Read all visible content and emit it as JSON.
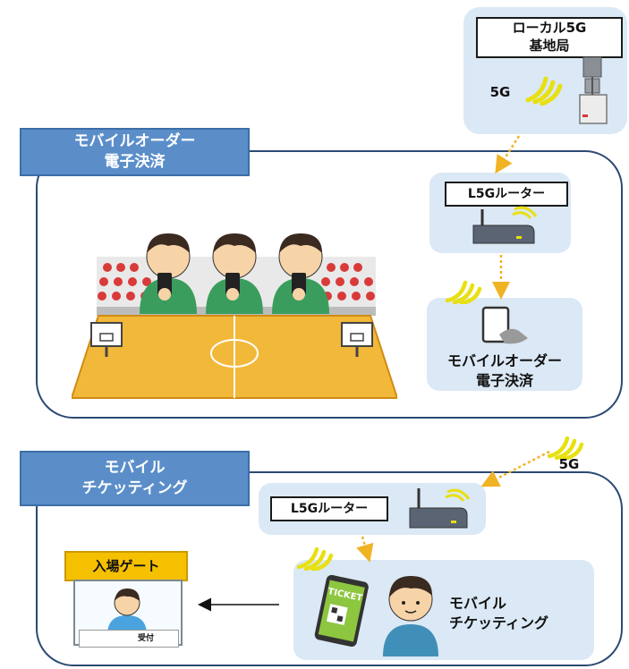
{
  "base_station": {
    "label_line1": "ローカル5G",
    "label_line2": "基地局",
    "signal_label": "5G"
  },
  "top_section": {
    "tab_line1": "モバイルオーダー",
    "tab_line2": "電子決済",
    "router_label": "L5Gルーター",
    "device_caption_line1": "モバイルオーダー",
    "device_caption_line2": "電子決済"
  },
  "bottom_section": {
    "tab_line1": "モバイル",
    "tab_line2": "チケッティング",
    "incoming_signal_label": "5G",
    "router_label": "L5Gルーター",
    "gate_label": "入場ゲート",
    "reception_label": "受付",
    "ticket_text": "TICKET",
    "user_caption_line1": "モバイル",
    "user_caption_line2": "チケッティング"
  },
  "colors": {
    "panel_border": "#2b4a73",
    "tab_fill": "#5b8ec9",
    "box_fill": "#dbe8f5",
    "arrow": "#f0b323",
    "signal": "#e8e010",
    "court": "#f2b83a"
  }
}
